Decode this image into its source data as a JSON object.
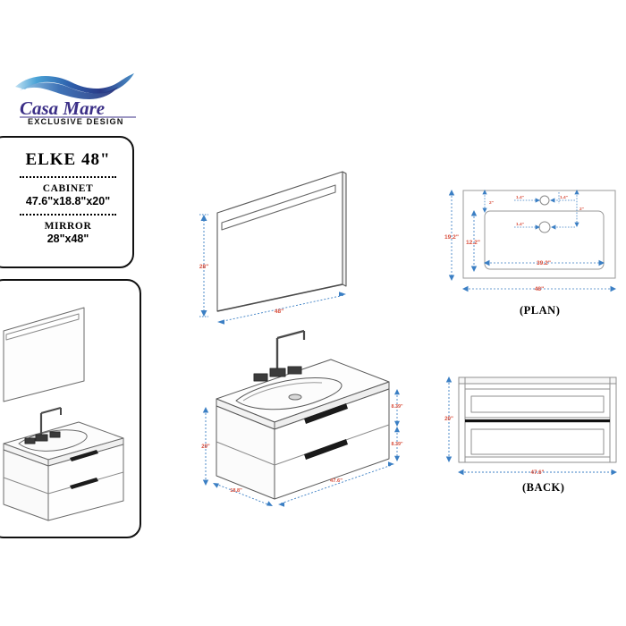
{
  "brand": {
    "name": "Casa Mare",
    "tagline": "EXCLUSIVE DESIGN",
    "wave_color_light": "#3a9fd4",
    "wave_color_dark": "#2b3a87",
    "script_color": "#3b2f87"
  },
  "spec_box": {
    "model": "ELKE 48\"",
    "cabinet_label": "CABINET",
    "cabinet_dims": "47.6\"x18.8\"x20\"",
    "mirror_label": "MIRROR",
    "mirror_dims": "28\"x48\""
  },
  "views": {
    "plan_caption": "(PLAN)",
    "back_caption": "(BACK)"
  },
  "dimensions": {
    "mirror": {
      "height": "28\"",
      "width": "48\""
    },
    "vanity_3d": {
      "height": "20\"",
      "depth": "18.8\"",
      "width": "47.6\"",
      "top_drawer": "8.39\"",
      "bottom_drawer": "8.39\""
    },
    "plan": {
      "overall_width": "48\"",
      "overall_depth": "19.2\"",
      "basin_width": "39.2\"",
      "basin_depth": "12.2\"",
      "hole_offset_a": "2\"",
      "hole_offset_b": "1.4\"",
      "hole_offset_c": "1.4\"",
      "hole_offset_d": "1.4\"",
      "hole_offset_e": "1.4\"",
      "edge_offset": "2\""
    },
    "back": {
      "height": "20\"",
      "width": "47.6\""
    }
  },
  "colors": {
    "dim_text": "#d94f3d",
    "dim_line": "#3b7fc4",
    "outline": "#5a5a5a",
    "handle": "#1a1a1a"
  }
}
